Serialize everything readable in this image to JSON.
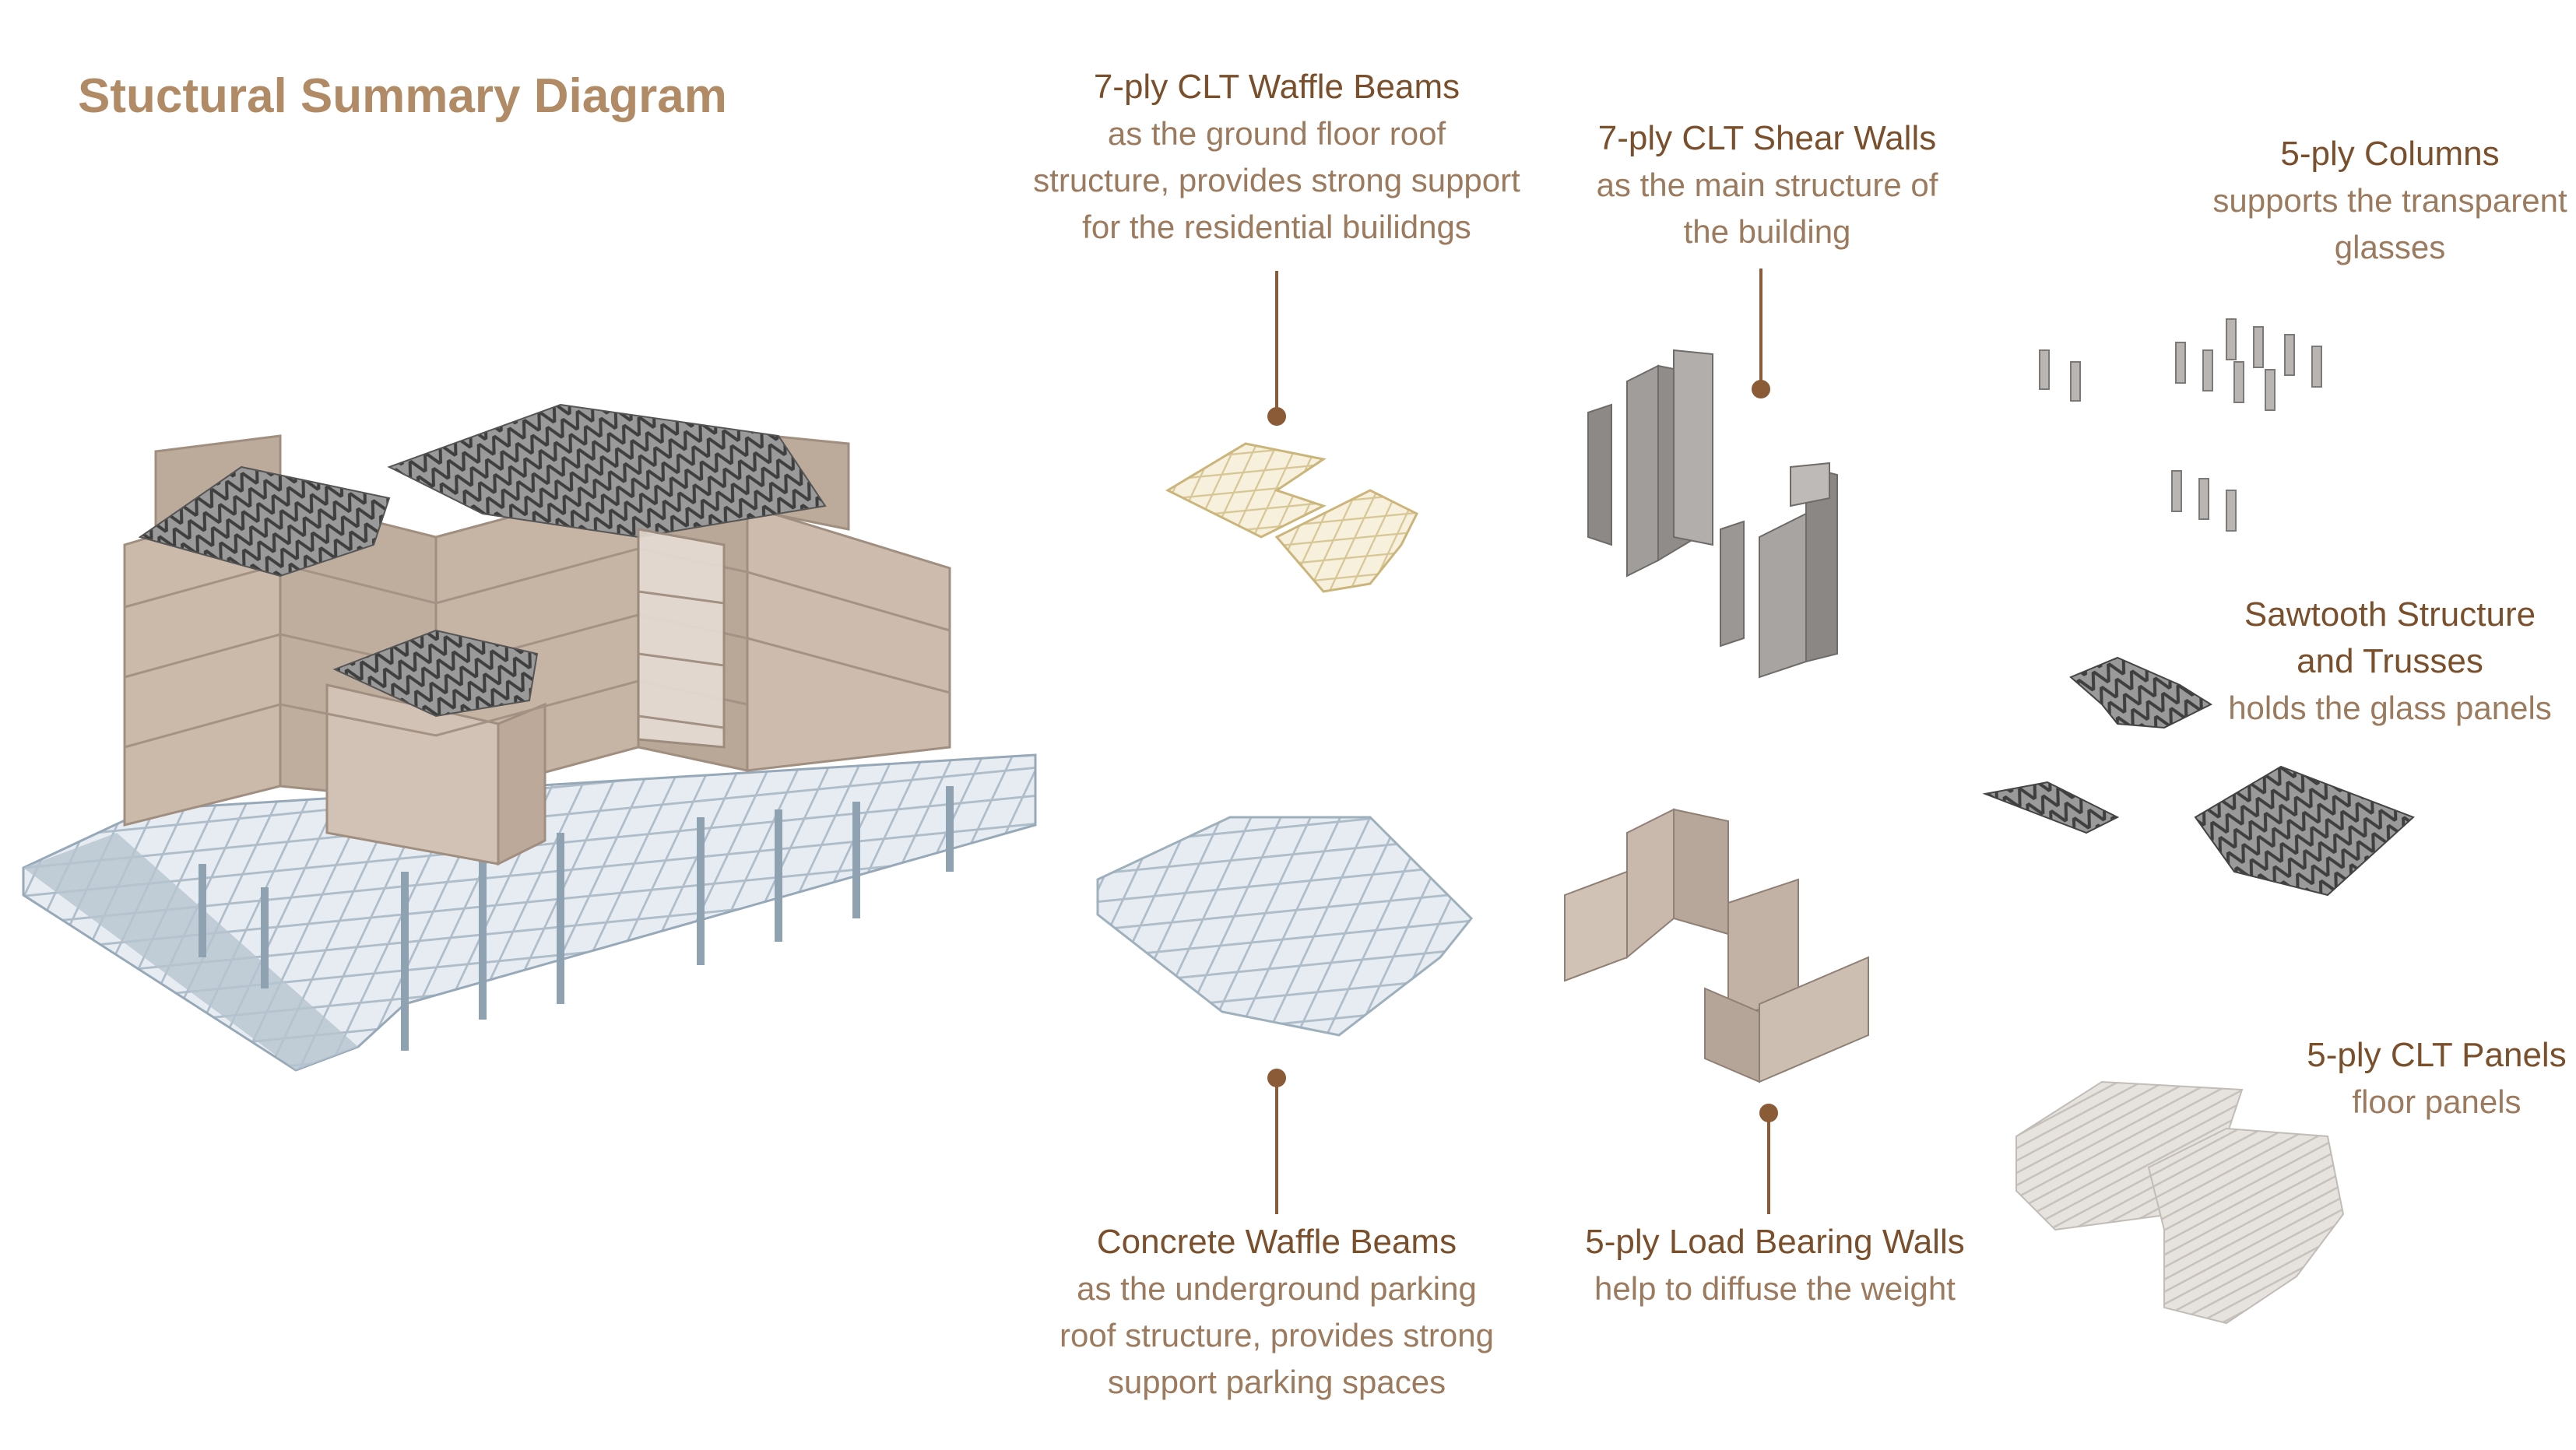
{
  "title": "Stuctural Summary Diagram",
  "colors": {
    "heading": "#7a4f2c",
    "subtext": "#9c7a5e",
    "title": "#b18a66",
    "leader": "#8b5a36",
    "building": "#c9b5a5",
    "concrete": "#c8d3dc",
    "clt_beam": "#e7dcb8",
    "truss": "#6c6c6c",
    "panel": "#dedad6"
  },
  "labels": {
    "waffle_clt": {
      "heading": "7-ply CLT Waffle Beams",
      "lines": [
        "as the ground floor roof",
        "structure, provides strong support",
        "for the residential builidngs"
      ]
    },
    "shear_walls": {
      "heading": "7-ply CLT Shear Walls",
      "lines": [
        "as the main structure of",
        "the building"
      ]
    },
    "columns": {
      "heading": "5-ply Columns",
      "lines": [
        "supports the transparent",
        "glasses"
      ]
    },
    "sawtooth": {
      "heading_lines": [
        "Sawtooth Structure",
        "and Trusses"
      ],
      "lines": [
        "holds the glass panels"
      ]
    },
    "concrete_waffle": {
      "heading": "Concrete Waffle Beams",
      "lines": [
        "as the underground parking",
        "roof structure, provides strong",
        "support parking spaces"
      ]
    },
    "load_walls": {
      "heading": "5-ply Load Bearing Walls",
      "lines": [
        "help to diffuse the weight"
      ]
    },
    "clt_panels": {
      "heading": "5-ply CLT Panels",
      "lines": [
        "floor panels"
      ]
    }
  }
}
